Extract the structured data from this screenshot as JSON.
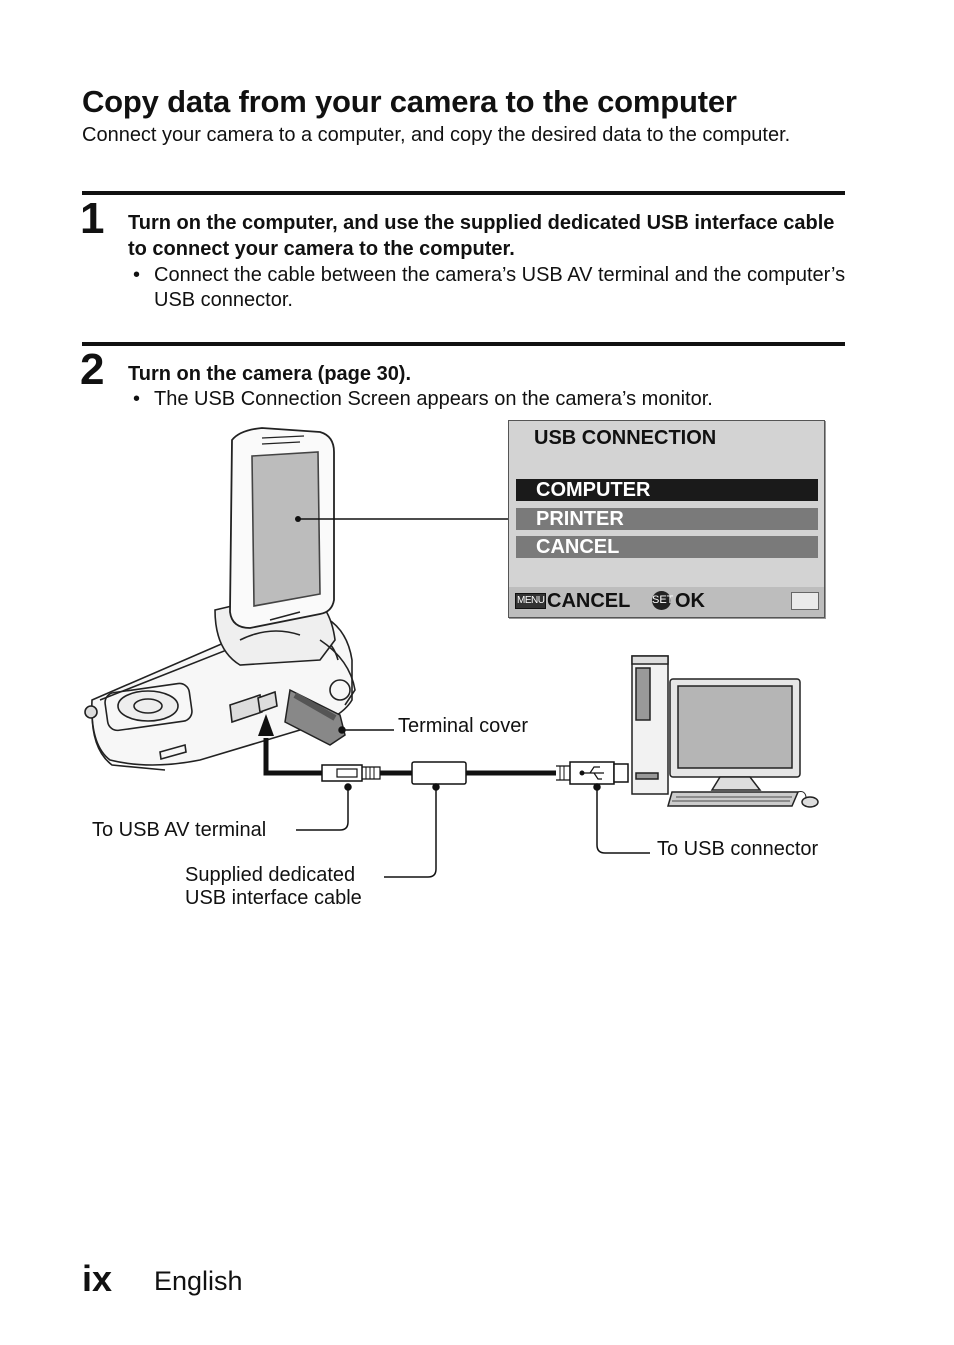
{
  "page": {
    "title": "Copy data from your camera to the computer",
    "intro": "Connect your camera to a computer, and copy the desired data to the computer.",
    "page_number": "ix",
    "language": "English"
  },
  "steps": [
    {
      "number": "1",
      "heading": "Turn on the computer, and use the supplied dedicated USB interface cable to connect your camera to the computer.",
      "bullet": "Connect the cable between the camera’s USB AV terminal and the computer’s USB connector."
    },
    {
      "number": "2",
      "heading": "Turn on the camera  (page 30).",
      "bullet": "The USB Connection Screen appears on the camera’s monitor."
    }
  ],
  "bullet_symbol": "•",
  "lcd": {
    "title": "USB CONNECTION",
    "items": [
      {
        "label": "COMPUTER",
        "selected": true
      },
      {
        "label": "PRINTER",
        "selected": false
      },
      {
        "label": "CANCEL",
        "selected": false
      }
    ],
    "footer": {
      "menu_tag": "MENU",
      "cancel": "CANCEL",
      "set_tag": "SET",
      "ok": "OK"
    },
    "colors": {
      "background": "#d3d3d3",
      "selected": "#1a1a1a",
      "unselected": "#7a7a7a"
    }
  },
  "callouts": {
    "terminal_cover": "Terminal cover",
    "usb_av_terminal": "To USB AV terminal",
    "cable_line1": "Supplied dedicated",
    "cable_line2": "USB interface cable",
    "usb_connector": "To USB connector"
  }
}
